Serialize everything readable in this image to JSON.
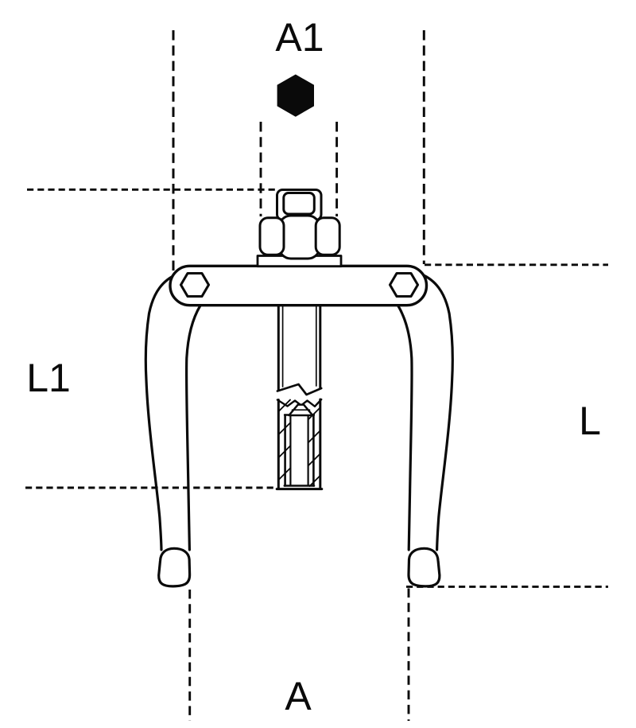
{
  "page": {
    "background_color": "#ffffff",
    "line_color": "#0a0a0a"
  },
  "diagram": {
    "kind": "technical line drawing of a two-leg puller/extractor with dimension reference lines",
    "labels": {
      "a1": "A1",
      "l1": "L1",
      "l": "L",
      "a": "A"
    },
    "symbols": {
      "hex_drive": "filled-black-hexagon"
    }
  }
}
